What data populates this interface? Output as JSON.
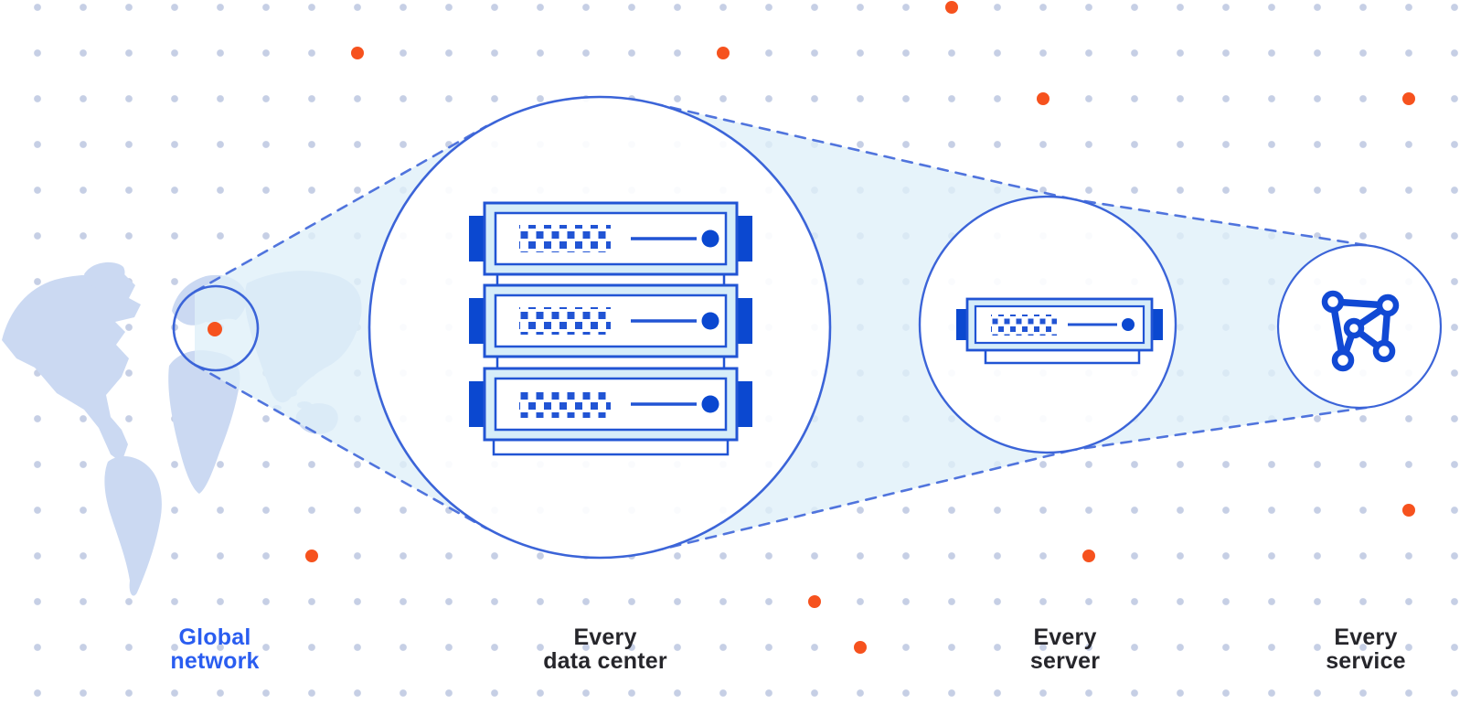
{
  "diagram": {
    "description": "Global network zoom diagram: world map location expands to data center, server, and service",
    "labels": [
      {
        "id": "global-network",
        "line1": "Global",
        "line2": "network",
        "emphasis": "blue"
      },
      {
        "id": "data-center",
        "line1": "Every",
        "line2": "data center",
        "emphasis": "dark"
      },
      {
        "id": "server",
        "line1": "Every",
        "line2": "server",
        "emphasis": "dark"
      },
      {
        "id": "service",
        "line1": "Every",
        "line2": "service",
        "emphasis": "dark"
      }
    ],
    "icons": [
      "world-map",
      "location-marker-dot",
      "zoom-circle",
      "server-rack",
      "server-unit",
      "network-graph-icon"
    ],
    "palette": {
      "blue": "#2154d4",
      "blue_stroke": "#3b64d8",
      "dark_blue": "#0b48d0",
      "light_blue_fill": "#d6edf9",
      "beam": "#dff0f8",
      "grid_dot": "#c6cfe5",
      "orange": "#f6521e",
      "label_dark": "#26262b",
      "label_blue": "#2a5df0",
      "map": "#cbd9f2"
    }
  }
}
